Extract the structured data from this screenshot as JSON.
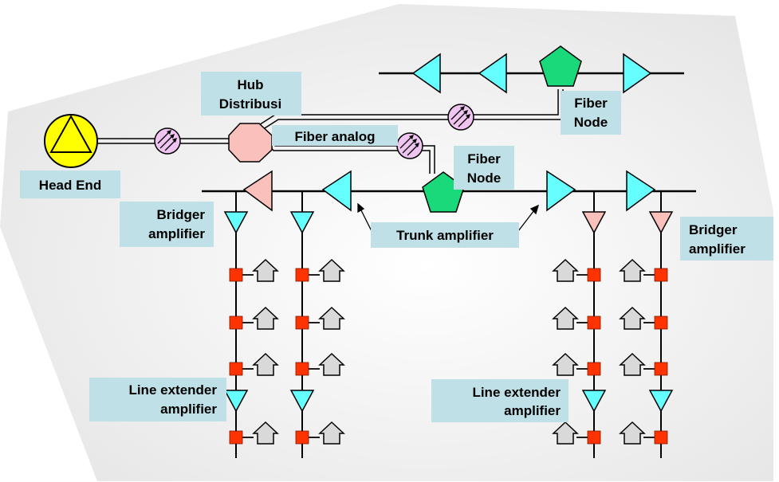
{
  "labels": {
    "head_end": "Head End",
    "hub_line1": "Hub",
    "hub_line2": "Distribusi",
    "fiber_analog": "Fiber analog",
    "fiber_node_top_line1": "Fiber",
    "fiber_node_top_line2": "Node",
    "fiber_node_mid_line1": "Fiber",
    "fiber_node_mid_line2": "Node",
    "bridger_left_line1": "Bridger",
    "bridger_left_line2": "amplifier",
    "bridger_right_line1": "Bridger",
    "bridger_right_line2": "amplifier",
    "trunk_amplifier": "Trunk amplifier",
    "line_ext_left_line1": "Line extender",
    "line_ext_left_line2": "amplifier",
    "line_ext_right_line1": "Line extender",
    "line_ext_right_line2": "amplifier"
  },
  "colors": {
    "head_end": "#ffff00",
    "hub": "#f9c0bc",
    "fiber_node": "#1ad97a",
    "trunk_amp": "#66ffff",
    "bridger_amp": "#f9c0bc",
    "line_ext_amp": "#66ffff",
    "optical_tx": "#f0c4f0",
    "tap": "#ff3300",
    "house": "#d9d9d9",
    "label_bg": "#bfe0e6"
  },
  "icons": [
    "head-end-icon",
    "hub-icon",
    "fiber-node-icon",
    "amplifier-icon",
    "optical-transmitter-icon",
    "tap-icon",
    "house-icon"
  ]
}
